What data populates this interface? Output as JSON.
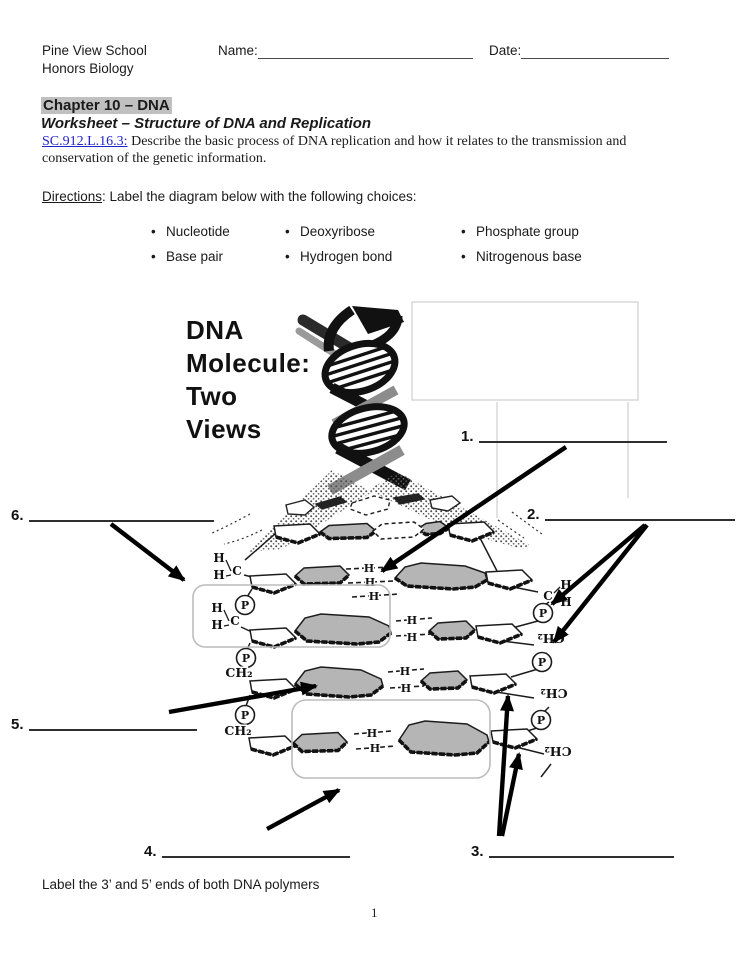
{
  "page": {
    "school": "Pine View School",
    "course": "Honors Biology",
    "name_label": "Name:",
    "date_label": "Date:",
    "name_value": "",
    "date_value": "",
    "chapter_heading": "Chapter 10 – DNA",
    "worksheet_title": "Worksheet – Structure of DNA and Replication",
    "standard_code": "SC.912.L.16.3:",
    "standard_text": " Describe the basic process of DNA replication and how it relates to the transmission and conservation of the genetic information.",
    "directions_label": "Directions",
    "directions_text": ": Label the diagram below with the following choices:",
    "bullet_char": "•",
    "footer_instruction": "Label the 3’ and 5’ ends of both DNA polymers",
    "page_number": "1"
  },
  "choices": [
    [
      "Nucleotide",
      "Base pair"
    ],
    [
      "Deoxyribose",
      "Hydrogen bond"
    ],
    [
      "Phosphate group",
      "Nitrogenous base"
    ]
  ],
  "diagram": {
    "caption_lines": [
      "DNA",
      "Molecule:",
      "Two",
      "Views"
    ],
    "blanks": [
      {
        "num": "1.",
        "value": ""
      },
      {
        "num": "2.",
        "value": ""
      },
      {
        "num": "3.",
        "value": ""
      },
      {
        "num": "4.",
        "value": ""
      },
      {
        "num": "5.",
        "value": ""
      },
      {
        "num": "6.",
        "value": ""
      }
    ],
    "symbols": {
      "H": "H",
      "C": "C",
      "P": "P",
      "CH2": "CH₂"
    },
    "colors": {
      "base_fill": "#b5b5b5",
      "highlight": "#c0c0c0",
      "link_blue": "#2222cc",
      "faint_box": "#d2d2d2",
      "callout_box": "#bcbcbc",
      "arrow": "#000000"
    }
  }
}
